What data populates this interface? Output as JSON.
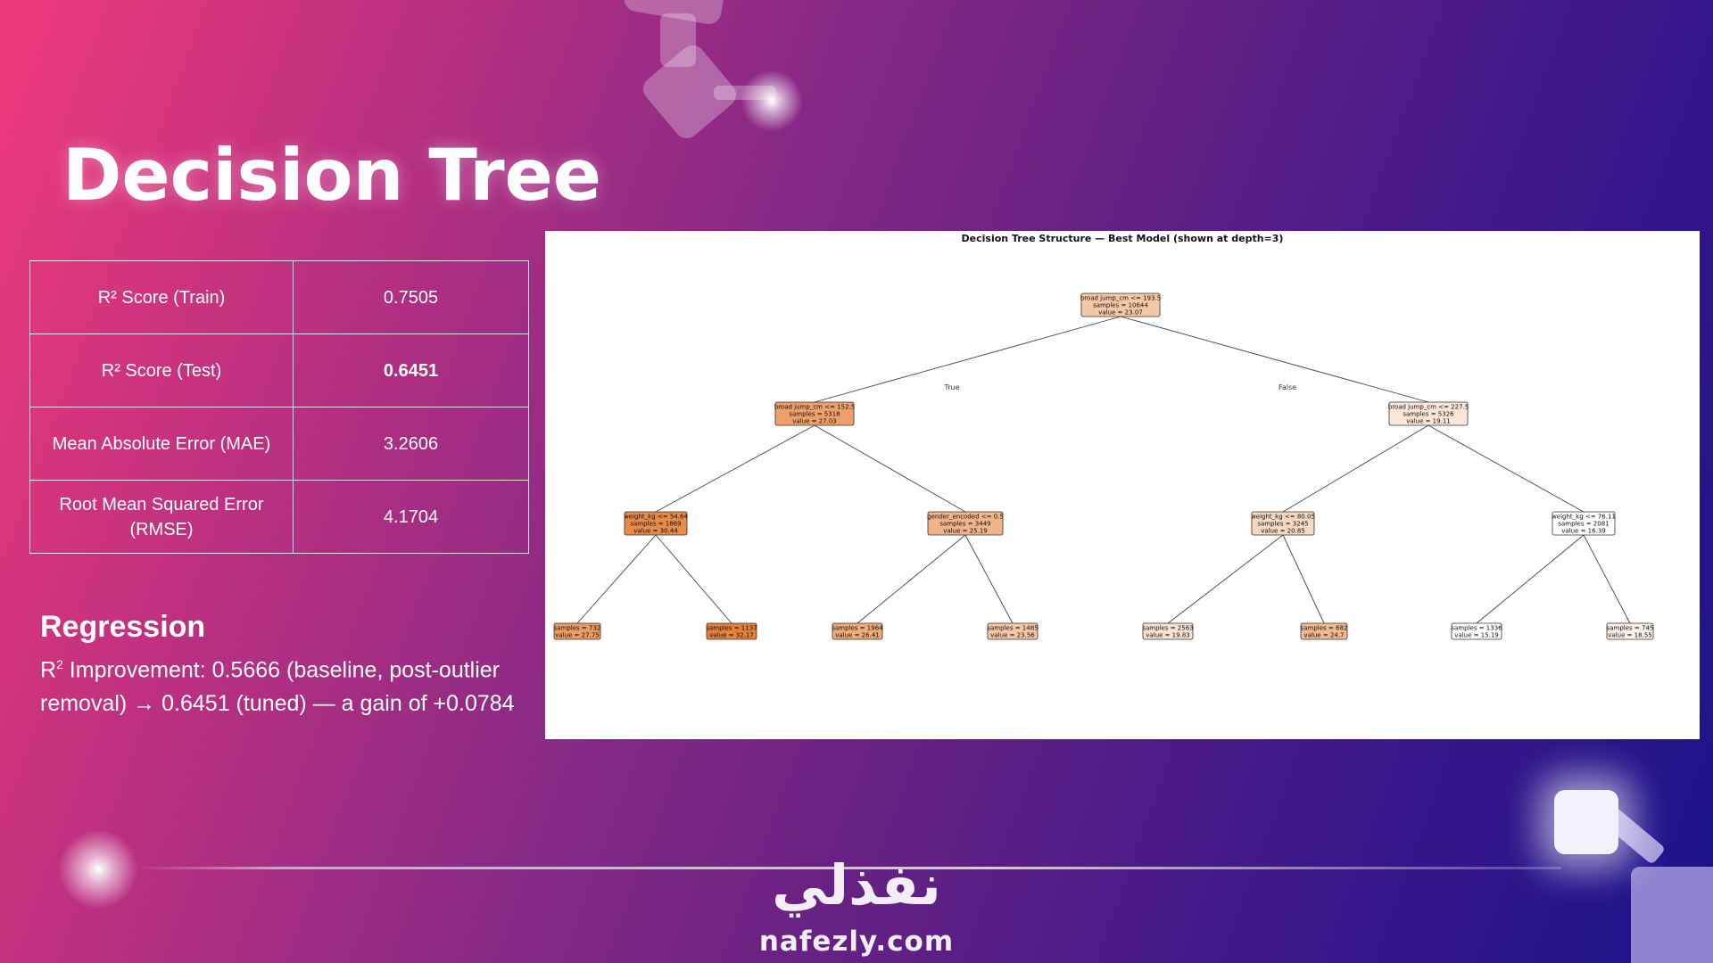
{
  "slide": {
    "title": "Decision Tree"
  },
  "metrics": [
    {
      "label": "R² Score (Train)",
      "value": "0.7505",
      "bold": false
    },
    {
      "label": "R² Score (Test)",
      "value": "0.6451",
      "bold": true
    },
    {
      "label": "Mean Absolute Error (MAE)",
      "value": "3.2606",
      "bold": false
    },
    {
      "label": "Root Mean Squared Error (RMSE)",
      "value": "4.1704",
      "bold": false
    }
  ],
  "regression": {
    "heading": "Regression",
    "r": "R",
    "sup": "2",
    "text": " Improvement: 0.5666 (baseline, post-outlier removal) → 0.6451 (tuned) — a gain of +0.0784"
  },
  "tree_image": {
    "title": "Decision Tree Structure — Best Model (shown at depth=3)",
    "edge_true": "True",
    "edge_false": "False",
    "nodes": [
      {
        "id": "n0",
        "lines": [
          "broad jump_cm <= 193.5",
          "samples = 10644",
          "value = 23.07"
        ],
        "fill": "#f4c8a6"
      },
      {
        "id": "n1",
        "lines": [
          "broad jump_cm <= 152.5",
          "samples = 5318",
          "value = 27.03"
        ],
        "fill": "#eea06b"
      },
      {
        "id": "n2",
        "lines": [
          "broad jump_cm <= 227.5",
          "samples = 5326",
          "value = 19.11"
        ],
        "fill": "#fbe7d9"
      },
      {
        "id": "n3",
        "lines": [
          "weight_kg <= 54.64",
          "samples = 1869",
          "value = 30.44"
        ],
        "fill": "#e88a4a"
      },
      {
        "id": "n4",
        "lines": [
          "gender_encoded <= 0.5",
          "samples = 3449",
          "value = 25.19"
        ],
        "fill": "#f1b48a"
      },
      {
        "id": "n5",
        "lines": [
          "weight_kg <= 80.05",
          "samples = 3245",
          "value = 20.85"
        ],
        "fill": "#f7d8c1"
      },
      {
        "id": "n6",
        "lines": [
          "weight_kg <= 76.11",
          "samples = 2081",
          "value = 16.39"
        ],
        "fill": "#ffffff"
      },
      {
        "id": "l0",
        "lines": [
          "samples = 732",
          "value = 27.75"
        ],
        "fill": "#ec9c63"
      },
      {
        "id": "l1",
        "lines": [
          "samples = 1137",
          "value = 32.17"
        ],
        "fill": "#e58139"
      },
      {
        "id": "l2",
        "lines": [
          "samples = 1964",
          "value = 26.41"
        ],
        "fill": "#efaa79"
      },
      {
        "id": "l3",
        "lines": [
          "samples = 1485",
          "value = 23.56"
        ],
        "fill": "#f4c6a4"
      },
      {
        "id": "l4",
        "lines": [
          "samples = 2563",
          "value = 19.83"
        ],
        "fill": "#f9e2d2"
      },
      {
        "id": "l5",
        "lines": [
          "samples = 682",
          "value = 24.7"
        ],
        "fill": "#f1ba92"
      },
      {
        "id": "l6",
        "lines": [
          "samples = 1336",
          "value = 15.19"
        ],
        "fill": "#ffffff"
      },
      {
        "id": "l7",
        "lines": [
          "samples = 745",
          "value = 18.55"
        ],
        "fill": "#fdf1e9"
      }
    ]
  },
  "footer": {
    "logo_arabic": "نفذلي",
    "logo_url": "nafezly.com"
  }
}
